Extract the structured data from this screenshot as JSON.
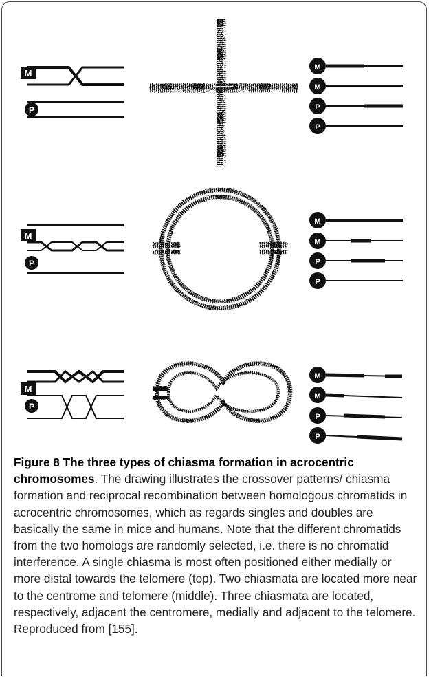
{
  "figure": {
    "label": "Figure 8",
    "title": "The three types of chiasma formation in acrocentric chromosomes",
    "body": ". The drawing illustrates the crossover patterns/ chiasma formation and reciprocal recombination between homologous chromatids in acrocentric chromosomes, which as regards singles and doubles are basically the same in mice and humans. Note that the different chromatids from the two homologs are randomly selected, i.e. there is no chromatid interference. A single chiasma is most often positioned either medially or more distal towards the telomere (top). Two chiasmata are located more near to the centrome and telomere (middle). Three chiasmata are located, respectively, adjacent the centromere, medially and adjacent to the telomere. Reproduced from [155]."
  },
  "diagram": {
    "maternal_label": "M",
    "paternal_label": "P",
    "rows": [
      {
        "name": "single-chiasma",
        "chiasmata": 1,
        "bivalent_shape": "cross",
        "chromatid_labels": [
          "M",
          "M",
          "P",
          "P"
        ]
      },
      {
        "name": "double-chiasmata",
        "chiasmata": 2,
        "bivalent_shape": "ring",
        "chromatid_labels": [
          "M",
          "M",
          "P",
          "P"
        ]
      },
      {
        "name": "triple-chiasmata",
        "chiasmata": 3,
        "bivalent_shape": "figure-eight",
        "chromatid_labels": [
          "M",
          "M",
          "P",
          "P"
        ]
      }
    ]
  }
}
